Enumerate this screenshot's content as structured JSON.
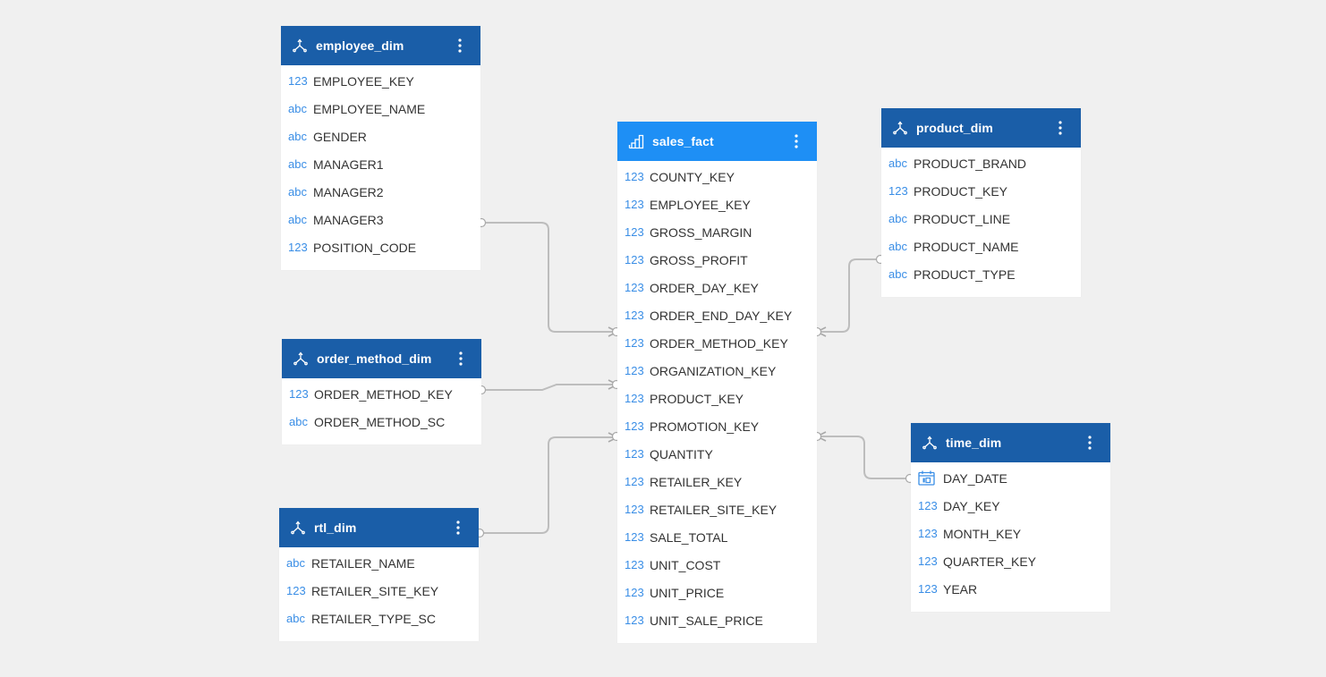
{
  "colors": {
    "background": "#f0f0f0",
    "dimension_header": "#1a5ea8",
    "fact_header": "#1e8ff5",
    "type_label": "#3a8ee6",
    "connector": "#bdbdbd"
  },
  "icons": {
    "dimension": "dimension-table-icon",
    "fact": "fact-table-icon",
    "menu": "more-vertical-icon",
    "date": "calendar-icon"
  },
  "tables": {
    "employee_dim": {
      "name": "employee_dim",
      "fields": [
        {
          "type": "123",
          "name": "EMPLOYEE_KEY"
        },
        {
          "type": "abc",
          "name": "EMPLOYEE_NAME"
        },
        {
          "type": "abc",
          "name": "GENDER"
        },
        {
          "type": "abc",
          "name": "MANAGER1"
        },
        {
          "type": "abc",
          "name": "MANAGER2"
        },
        {
          "type": "abc",
          "name": "MANAGER3"
        },
        {
          "type": "123",
          "name": "POSITION_CODE"
        }
      ]
    },
    "order_method_dim": {
      "name": "order_method_dim",
      "fields": [
        {
          "type": "123",
          "name": "ORDER_METHOD_KEY"
        },
        {
          "type": "abc",
          "name": "ORDER_METHOD_SC"
        }
      ]
    },
    "rtl_dim": {
      "name": "rtl_dim",
      "fields": [
        {
          "type": "abc",
          "name": "RETAILER_NAME"
        },
        {
          "type": "123",
          "name": "RETAILER_SITE_KEY"
        },
        {
          "type": "abc",
          "name": "RETAILER_TYPE_SC"
        }
      ]
    },
    "sales_fact": {
      "name": "sales_fact",
      "fields": [
        {
          "type": "123",
          "name": "COUNTY_KEY"
        },
        {
          "type": "123",
          "name": "EMPLOYEE_KEY"
        },
        {
          "type": "123",
          "name": "GROSS_MARGIN"
        },
        {
          "type": "123",
          "name": "GROSS_PROFIT"
        },
        {
          "type": "123",
          "name": "ORDER_DAY_KEY"
        },
        {
          "type": "123",
          "name": "ORDER_END_DAY_KEY"
        },
        {
          "type": "123",
          "name": "ORDER_METHOD_KEY"
        },
        {
          "type": "123",
          "name": "ORGANIZATION_KEY"
        },
        {
          "type": "123",
          "name": "PRODUCT_KEY"
        },
        {
          "type": "123",
          "name": "PROMOTION_KEY"
        },
        {
          "type": "123",
          "name": "QUANTITY"
        },
        {
          "type": "123",
          "name": "RETAILER_KEY"
        },
        {
          "type": "123",
          "name": "RETAILER_SITE_KEY"
        },
        {
          "type": "123",
          "name": "SALE_TOTAL"
        },
        {
          "type": "123",
          "name": "UNIT_COST"
        },
        {
          "type": "123",
          "name": "UNIT_PRICE"
        },
        {
          "type": "123",
          "name": "UNIT_SALE_PRICE"
        }
      ]
    },
    "product_dim": {
      "name": "product_dim",
      "fields": [
        {
          "type": "abc",
          "name": "PRODUCT_BRAND"
        },
        {
          "type": "123",
          "name": "PRODUCT_KEY"
        },
        {
          "type": "abc",
          "name": "PRODUCT_LINE"
        },
        {
          "type": "abc",
          "name": "PRODUCT_NAME"
        },
        {
          "type": "abc",
          "name": "PRODUCT_TYPE"
        }
      ]
    },
    "time_dim": {
      "name": "time_dim",
      "fields": [
        {
          "type": "date",
          "name": "DAY_DATE"
        },
        {
          "type": "123",
          "name": "DAY_KEY"
        },
        {
          "type": "123",
          "name": "MONTH_KEY"
        },
        {
          "type": "123",
          "name": "QUARTER_KEY"
        },
        {
          "type": "123",
          "name": "YEAR"
        }
      ]
    }
  },
  "relationships": [
    {
      "from": "employee_dim",
      "to": "sales_fact"
    },
    {
      "from": "order_method_dim",
      "to": "sales_fact"
    },
    {
      "from": "rtl_dim",
      "to": "sales_fact"
    },
    {
      "from": "product_dim",
      "to": "sales_fact"
    },
    {
      "from": "time_dim",
      "to": "sales_fact"
    }
  ]
}
